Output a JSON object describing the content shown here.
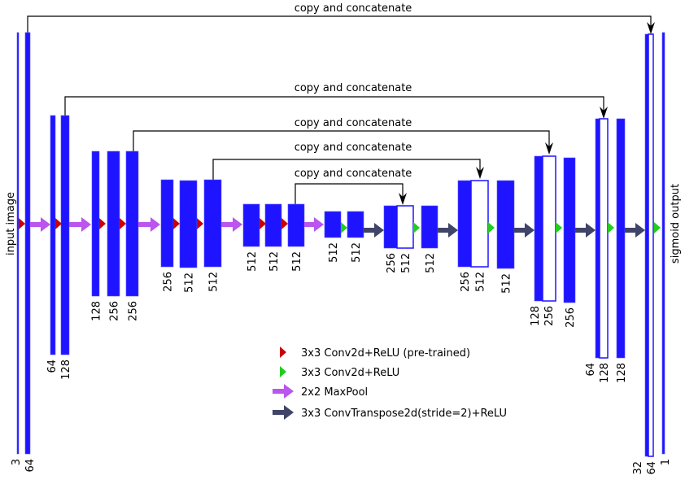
{
  "colors": {
    "block": "#1f14ff",
    "conv_pretrained": "#cc0000",
    "conv": "#22cc22",
    "maxpool": "#bb55ee",
    "convtranspose": "#3f4468",
    "skip_line": "#000000"
  },
  "side_labels": {
    "input": "input image",
    "output": "sigmoid output"
  },
  "skip_label": "copy and concatenate",
  "block_labels": [
    "3",
    "64",
    "64",
    "128",
    "128",
    "256",
    "256",
    "256",
    "512",
    "512",
    "512",
    "512",
    "512",
    "512",
    "512",
    "256",
    "512",
    "512",
    "256",
    "512",
    "512",
    "128",
    "256",
    "256",
    "64",
    "128",
    "128",
    "32",
    "64",
    "1"
  ],
  "legend": [
    {
      "icon": "red-triangle-icon",
      "label": "3x3 Conv2d+ReLU (pre-trained)"
    },
    {
      "icon": "green-triangle-icon",
      "label": "3x3 Conv2d+ReLU"
    },
    {
      "icon": "magenta-arrow-icon",
      "label": "2x2 MaxPool"
    },
    {
      "icon": "dark-arrow-icon",
      "label": "3x3 ConvTranspose2d(stride=2)+ReLU"
    }
  ]
}
